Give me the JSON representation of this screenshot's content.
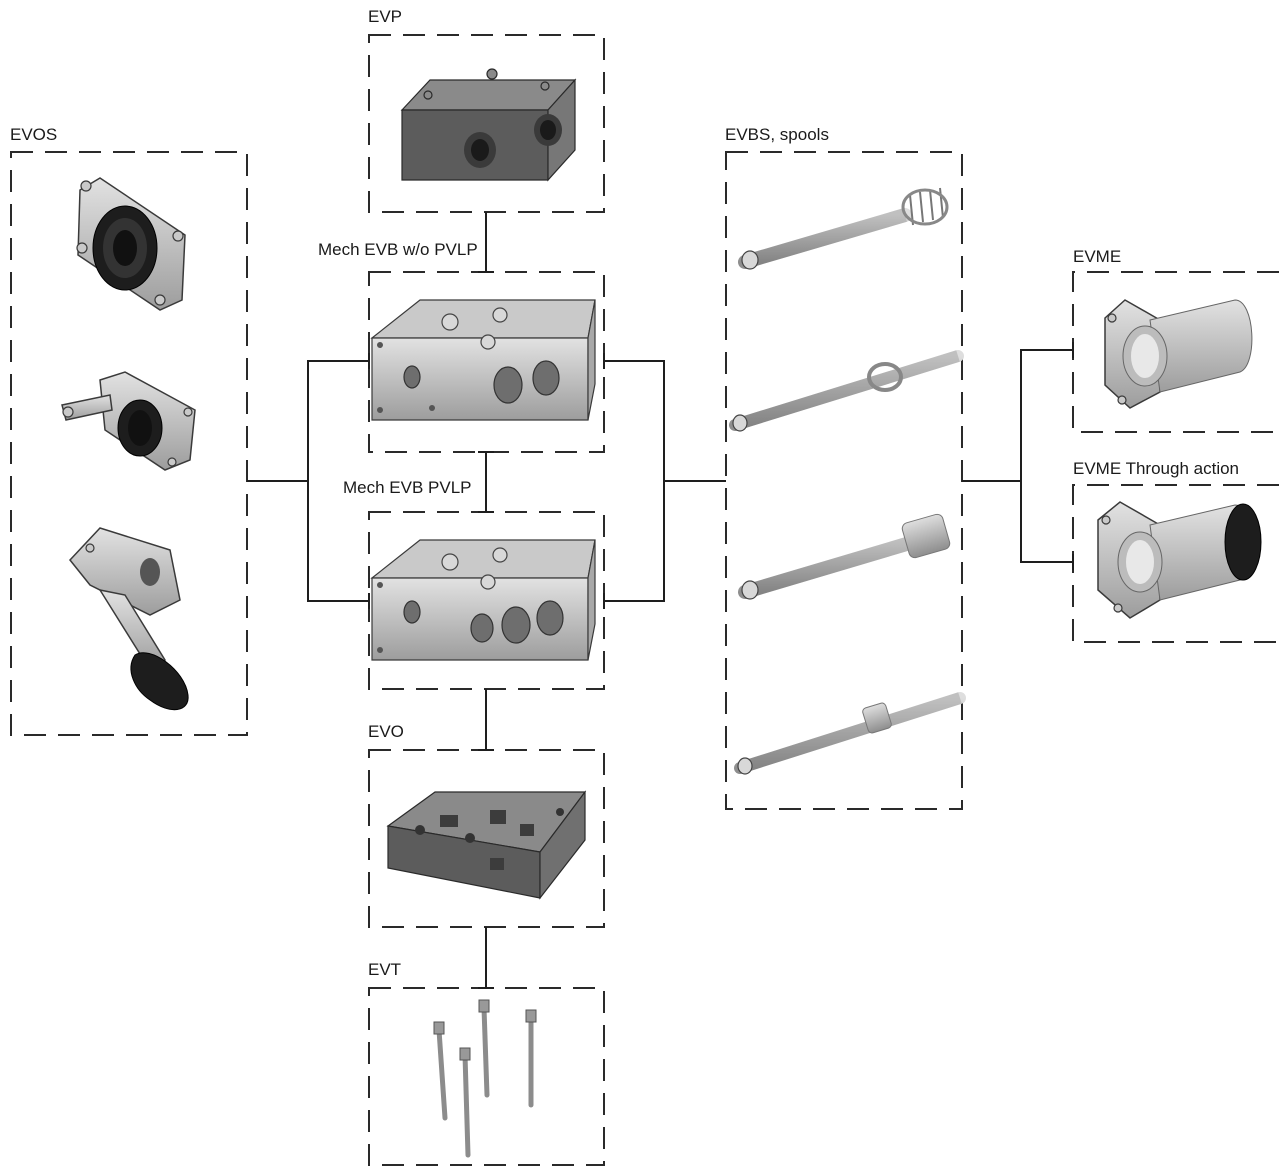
{
  "labels": {
    "evp": "EVP",
    "evos": "EVOS",
    "mech_evb_wo_pvlp": "Mech EVB w/o PVLP",
    "mech_evb_pvlp": "Mech EVB  PVLP",
    "evo": "EVO",
    "evt": "EVT",
    "evbs_spools": "EVBS, spools",
    "evme": "EVME",
    "evme_through_action": "EVME Through action"
  },
  "colors": {
    "line": "#1e1e1e",
    "metal": "#b8b8b8",
    "rubber": "#1d1d1d",
    "plate": "#6b6b6b"
  }
}
